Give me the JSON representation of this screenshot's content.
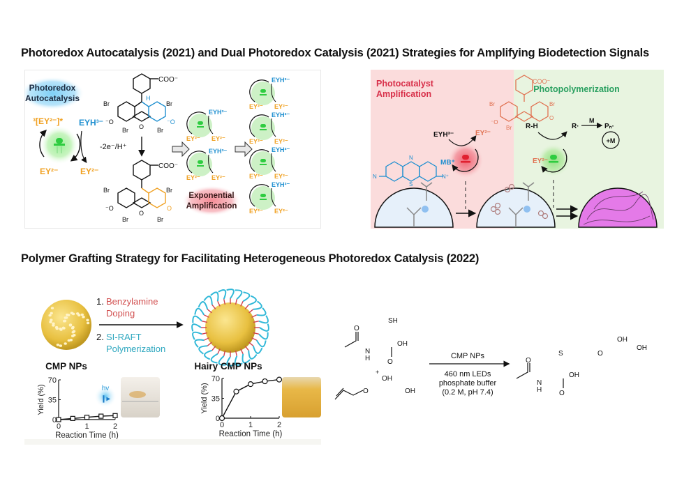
{
  "titles": {
    "top": "Photoredox Autocatalysis (2021) and Dual Photoredox Catalysis (2021) Strategies for Amplifying Biodetection Signals",
    "bottom": "Polymer Grafting Strategy for Facilitating Heterogeneous Photoredox Catalysis (2022)"
  },
  "autocatalysis": {
    "badge": [
      "Photoredox",
      "Autocatalysis"
    ],
    "triplet": "³[EY²⁻]*",
    "eyh": "EYH³⁻",
    "ey": "EY²⁻",
    "conditions": "-2e⁻/H⁺",
    "coo": "COO⁻",
    "br": "Br",
    "h": "H",
    "o_minus": "⁻O",
    "o": "O",
    "amplification_badge": [
      "Exponential",
      "Amplification"
    ],
    "colors": {
      "blue": "#1e8fd0",
      "orange": "#f0a020",
      "green": "#3fd04a",
      "glow_blue": "#8fd3f5",
      "glow_red": "#f5a0a8"
    }
  },
  "dual": {
    "left_label": [
      "Photocatalyst",
      "Amplification"
    ],
    "right_label": "Photopolymerization",
    "eyh": "EYH³⁻",
    "ey": "EY²⁻",
    "mb": "MB⁺",
    "rh": "R-H",
    "r_radical": "R·",
    "m": "M",
    "pn": "Pₙ·",
    "plus_m": "+M",
    "n_plus": "N⁺",
    "colors": {
      "red_label": "#d8304a",
      "green_label": "#2aa060",
      "pink_bg": "#fbdcdc",
      "green_bg": "#e8f4e0",
      "dome": "#e6f0fa",
      "gel": "#e47ae8"
    }
  },
  "grafting": {
    "step1_num": "1.",
    "step1": [
      "Benzylamine",
      "Doping"
    ],
    "step2_num": "2.",
    "step2": [
      "SI-RAFT",
      "Polymerization"
    ],
    "left_label": "CMP NPs",
    "right_label": "Hairy CMP NPs",
    "hv": "hv",
    "colors": {
      "step1": "#d25050",
      "step2": "#30a8c0",
      "sphere": "#e8c040",
      "hair": "#30b8d8"
    }
  },
  "chart_data": [
    {
      "type": "line",
      "title": "CMP NPs",
      "xlabel": "Reaction Time (h)",
      "ylabel": "Yield (%)",
      "x": [
        0,
        0.5,
        1,
        1.5,
        2
      ],
      "values": [
        0,
        2,
        4,
        6,
        7
      ],
      "xlim": [
        0,
        2
      ],
      "ylim": [
        0,
        70
      ],
      "xticks": [
        "0",
        "1",
        "2"
      ],
      "yticks": [
        "0",
        "35",
        "70"
      ],
      "marker": "square",
      "grid": false
    },
    {
      "type": "line",
      "title": "Hairy CMP NPs",
      "xlabel": "Reaction Time (h)",
      "ylabel": "Yield (%)",
      "x": [
        0,
        0.5,
        1,
        1.5,
        2
      ],
      "values": [
        0,
        47,
        60,
        65,
        68
      ],
      "xlim": [
        0,
        2
      ],
      "ylim": [
        0,
        70
      ],
      "xticks": [
        "0",
        "1",
        "2"
      ],
      "yticks": [
        "0",
        "35",
        "70"
      ],
      "marker": "circle",
      "grid": false
    }
  ],
  "reaction": {
    "reagent1_sh": "SH",
    "oh": "OH",
    "o": "O",
    "n": "N",
    "h": "H",
    "plus": "+",
    "s": "S",
    "catalyst": "CMP NPs",
    "cond1": "460 nm LEDs",
    "cond2": "phosphate buffer",
    "cond3": "(0.2 M, pH 7.4)"
  }
}
